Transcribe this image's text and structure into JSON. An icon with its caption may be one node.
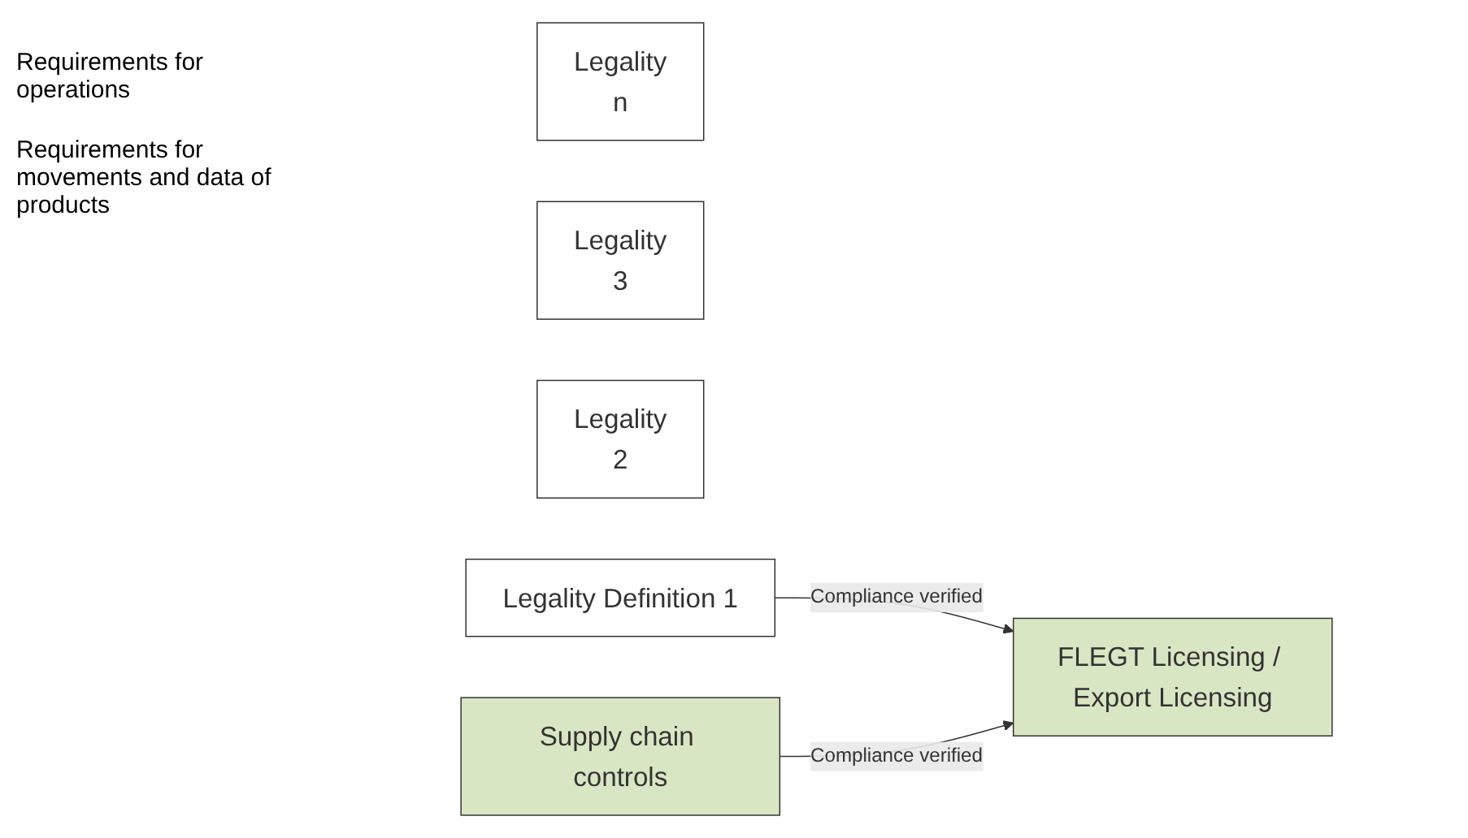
{
  "diagram": {
    "nodes": [
      {
        "text": [
          "Legality",
          "n"
        ]
      },
      {
        "text": [
          "Legality",
          "3"
        ]
      },
      {
        "text": [
          "Legality",
          "2"
        ]
      },
      {
        "text": [
          "Legality Definition 1"
        ]
      },
      {
        "text": [
          "Supply chain controls"
        ]
      },
      {
        "text": [
          "FLEGT Licensing / Export Licensing"
        ]
      }
    ],
    "edges": [
      {
        "from": 3,
        "to": 5,
        "arrow": "to",
        "label": "Compliance verified"
      },
      {
        "from": 4,
        "to": 5,
        "arrow": "to",
        "label": "Compliance verified"
      }
    ],
    "labels": [
      "Requirements for operations",
      "Requirements for movements and data of products"
    ]
  }
}
